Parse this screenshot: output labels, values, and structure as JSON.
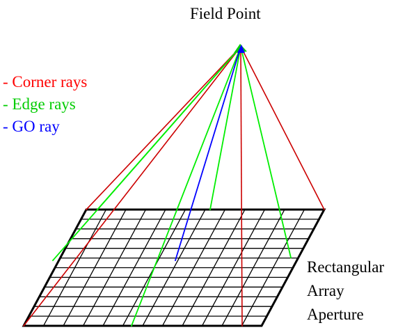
{
  "diagram": {
    "field_point_label": "Field Point",
    "legend": [
      {
        "text": "- Corner rays",
        "color": "#ff0000"
      },
      {
        "text": "- Edge rays",
        "color": "#00ff00"
      },
      {
        "text": "- GO ray",
        "color": "#0000ff"
      }
    ],
    "aperture_label": [
      "Rectangular",
      "Array",
      "Aperture"
    ],
    "grid_color": "#000000",
    "corner_ray_color": "#cc0000",
    "edge_ray_color": "#00ee00",
    "go_ray_color": "#0000ff"
  }
}
